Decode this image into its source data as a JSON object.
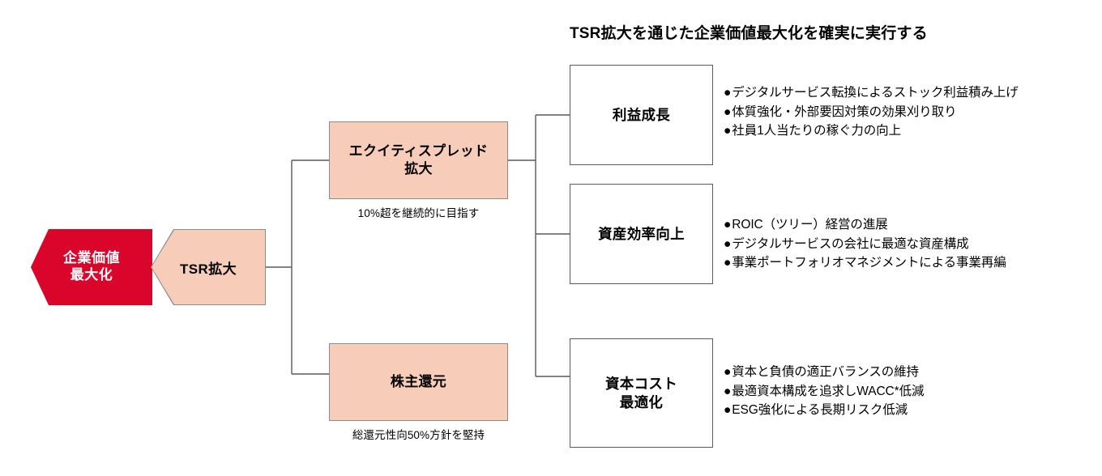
{
  "title": "TSR拡大を通じた企業価値最大化を確実に実行する",
  "colors": {
    "goal_fill": "#d9052a",
    "goal_text": "#ffffff",
    "peach_fill": "#f7cdb9",
    "box_border": "#595959",
    "peach_border": "#8c8c8c",
    "line": "#595959",
    "background": "#ffffff"
  },
  "goal": {
    "line1": "企業価値",
    "line2": "最大化"
  },
  "driver": {
    "label": "TSR拡大"
  },
  "levers": [
    {
      "line1": "エクイティスプレッド",
      "line2": "拡大",
      "caption": "10%超を継続的に目指す"
    },
    {
      "line1": "株主還元",
      "line2": "",
      "caption": "総還元性向50%方針を堅持"
    }
  ],
  "pillars": [
    {
      "line1": "利益成長",
      "line2": "",
      "bullets": [
        "デジタルサービス転換によるストック利益積み上げ",
        "体質強化・外部要因対策の効果刈り取り",
        "社員1人当たりの稼ぐ力の向上"
      ]
    },
    {
      "line1": "資産効率向上",
      "line2": "",
      "bullets": [
        "ROIC（ツリー）経営の進展",
        "デジタルサービスの会社に最適な資産構成",
        "事業ポートフォリオマネジメントによる事業再編"
      ]
    },
    {
      "line1": "資本コスト",
      "line2": "最適化",
      "bullets": [
        "資本と負債の適正バランスの維持",
        "最適資本構成を追求しWACC*低減",
        "ESG強化による長期リスク低減"
      ]
    }
  ],
  "bullet_marker": "●"
}
